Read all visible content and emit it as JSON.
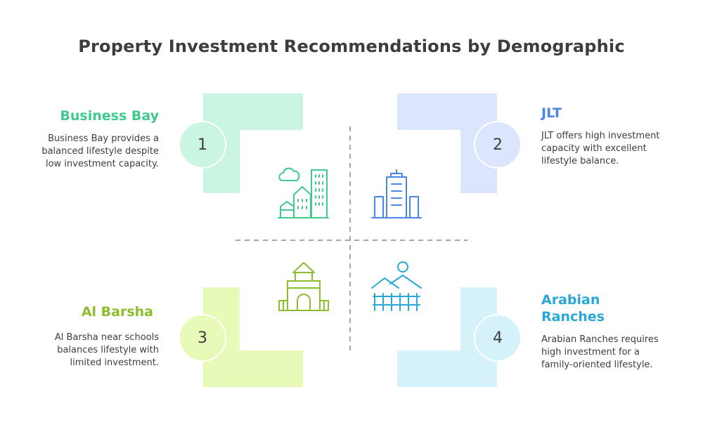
{
  "title": "Property Investment Recommendations by Demographic",
  "colors": {
    "business_bay": "#3fc98b",
    "jlt": "#4a86e8",
    "al_barsha": "#8bbd2d",
    "arabian_ranches": "#29a8d8",
    "fill_1": "#c9f5e2",
    "fill_2": "#dbe6fc",
    "fill_3": "#e8fab8",
    "fill_4": "#d5f2fb"
  },
  "items": [
    {
      "number": "1",
      "name": "Business Bay",
      "description": "Business Bay provides a balanced lifestyle despite low investment capacity.",
      "icon": "city-buildings-cloud-icon"
    },
    {
      "number": "2",
      "name": "JLT",
      "description": "JLT offers high investment capacity with excellent lifestyle balance.",
      "icon": "skyscraper-icon"
    },
    {
      "number": "3",
      "name": "Al Barsha",
      "description": "Al Barsha near schools balances lifestyle with limited investment.",
      "icon": "school-building-icon"
    },
    {
      "number": "4",
      "name": "Arabian Ranches",
      "description": "Arabian Ranches requires high investment for a family-oriented lifestyle.",
      "icon": "ranch-landscape-icon"
    }
  ]
}
